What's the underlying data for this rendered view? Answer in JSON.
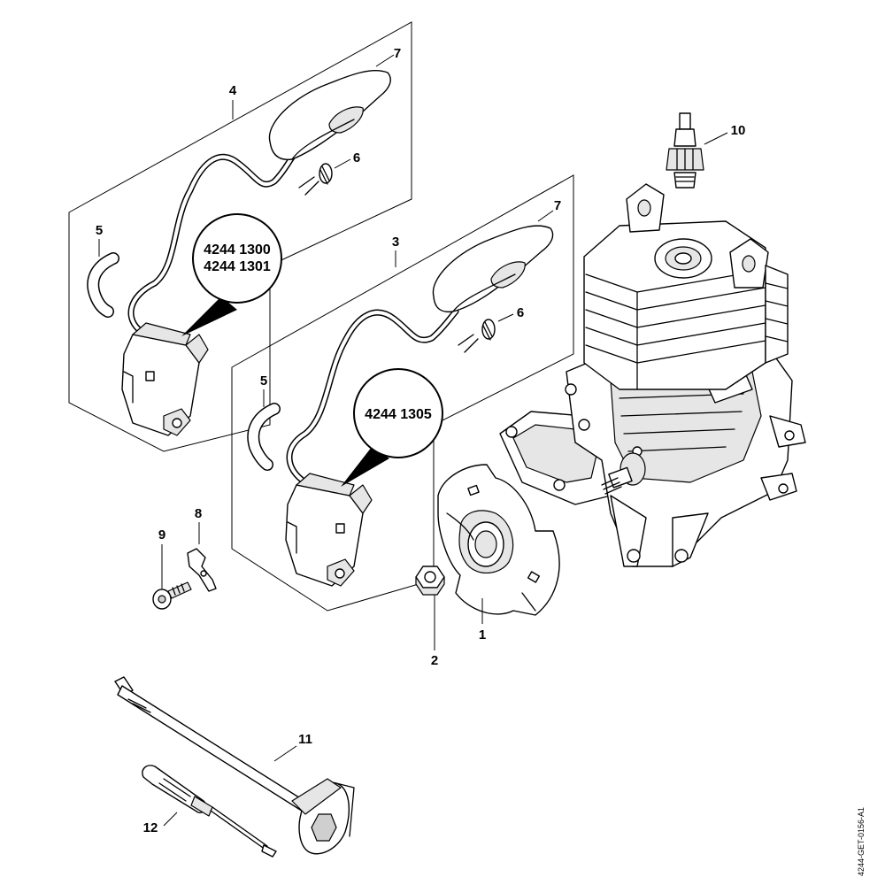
{
  "diagram": {
    "part_labels": {
      "p1": "1",
      "p2": "2",
      "p3": "3",
      "p4": "4",
      "p5a": "5",
      "p5b": "5",
      "p6a": "6",
      "p6b": "6",
      "p7a": "7",
      "p7b": "7",
      "p8": "8",
      "p9": "9",
      "p10": "10",
      "p11": "11",
      "p12": "12"
    },
    "callout_upper": {
      "line1": "4244 1300",
      "line2": "4244 1301"
    },
    "callout_lower": {
      "line1": "4244 1305"
    },
    "drawing_code": "4244-GET-0156-A1"
  }
}
